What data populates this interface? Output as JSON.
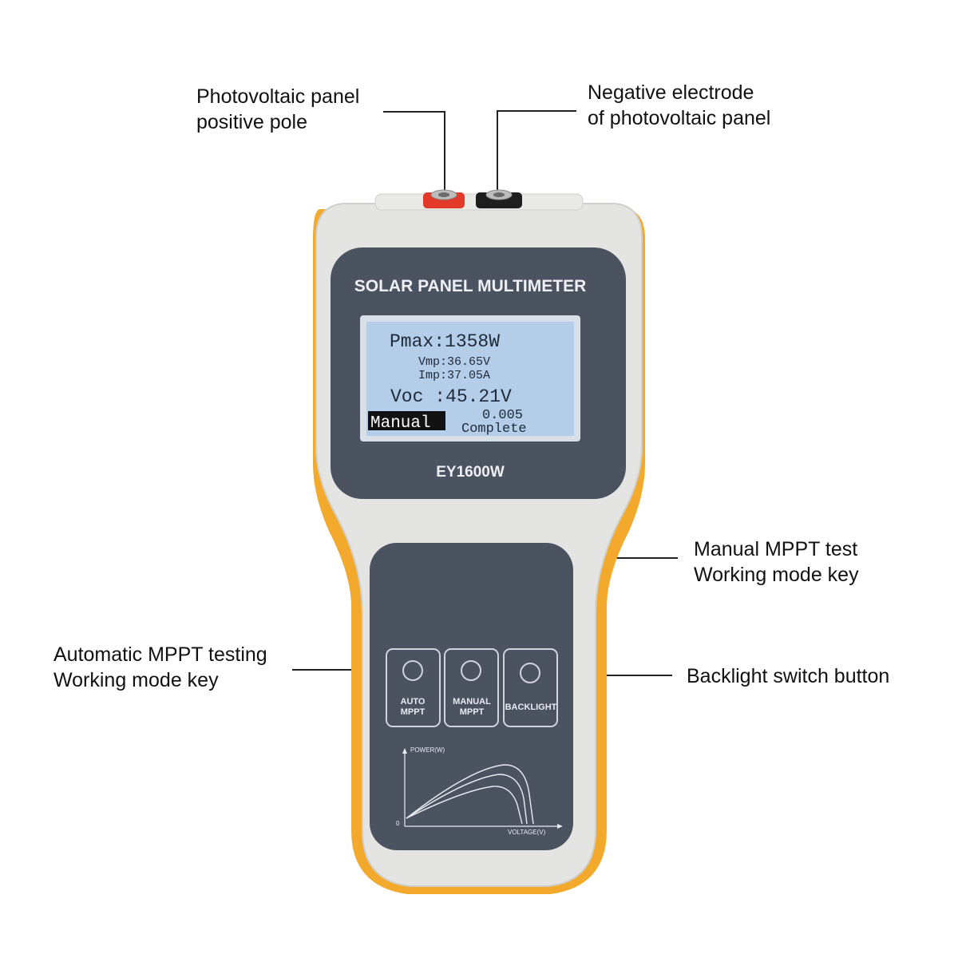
{
  "callouts": {
    "positive": [
      "Photovoltaic panel",
      "positive pole"
    ],
    "negative": [
      "Negative electrode",
      "of photovoltaic panel"
    ],
    "manual": [
      "Manual MPPT test",
      "Working mode key"
    ],
    "auto": [
      "Automatic MPPT testing",
      "Working mode key"
    ],
    "backlight": [
      "Backlight switch button"
    ]
  },
  "device": {
    "title": "SOLAR PANEL MULTIMETER",
    "model": "EY1600W"
  },
  "lcd": {
    "pmax": "Pmax:1358W",
    "vmp": "Vmp:36.65V",
    "imp": "Imp:37.05A",
    "voc": "Voc :45.21V",
    "mode": "Manual",
    "value": "0.005",
    "status": "Complete"
  },
  "keys": {
    "auto": [
      "AUTO",
      "MPPT"
    ],
    "manual": [
      "MANUAL",
      "MPPT"
    ],
    "backlight": "BACKLIGHT"
  },
  "graph": {
    "ylabel": "POWER(W)",
    "xlabel": "VOLTAGE(V)",
    "origin": "0"
  },
  "colors": {
    "body": "#e4e4e2",
    "grip": "#f2a92c",
    "panel": "#4b5260",
    "lcd": "#b4cde8",
    "red_terminal": "#e23a2a",
    "black_terminal": "#1e1e1e"
  }
}
